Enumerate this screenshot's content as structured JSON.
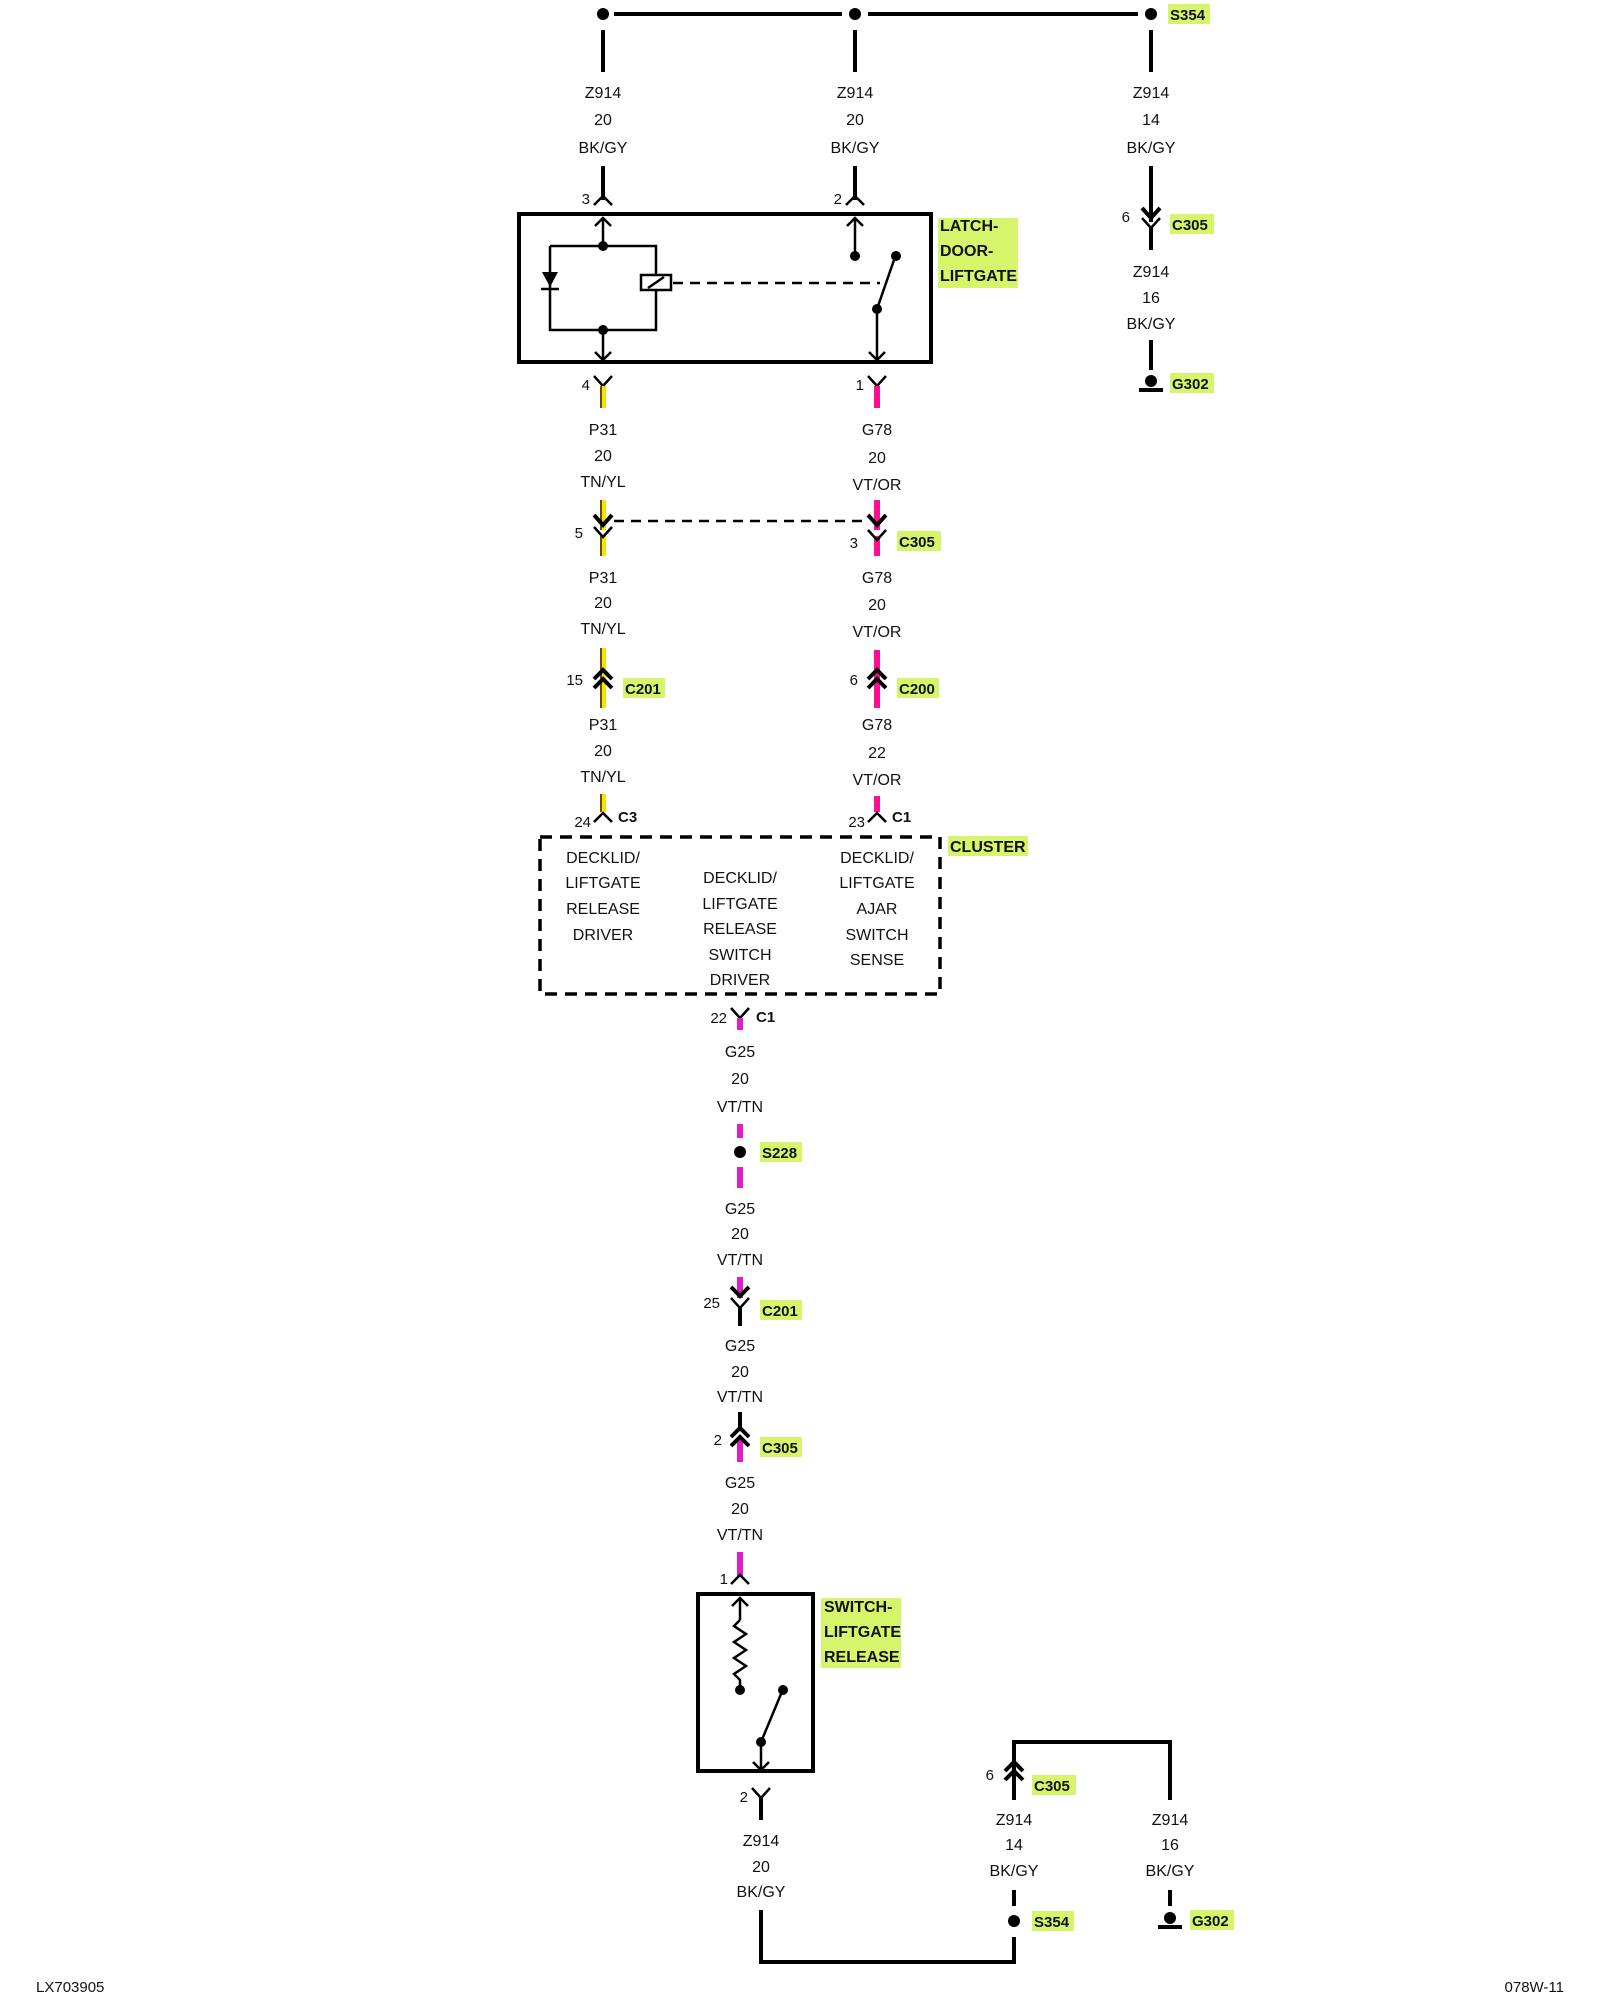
{
  "diagram": {
    "colors": {
      "highlight": "#d6f56a",
      "tn_yl_base": "#f2e600",
      "tn_yl_stripe": "#6b4a10",
      "vt_or": "#ff0e92",
      "vt_tn": "#e01ec8",
      "bk_gy": "#000000"
    },
    "splices": {
      "s354_top": "S354",
      "s228": "S228",
      "s354_bottom": "S354"
    },
    "grounds": {
      "g302_top": "G302",
      "g302_bottom": "G302"
    },
    "components": {
      "latch": {
        "line1": "LATCH-",
        "line2": "DOOR-",
        "line3": "LIFTGATE"
      },
      "cluster": {
        "name": "CLUSTER"
      },
      "switch": {
        "line1": "SWITCH-",
        "line2": "LIFTGATE",
        "line3": "RELEASE"
      }
    },
    "cluster_functions": {
      "left": [
        "DECKLID/",
        "LIFTGATE",
        "RELEASE",
        "DRIVER"
      ],
      "middle": [
        "DECKLID/",
        "LIFTGATE",
        "RELEASE",
        "SWITCH",
        "DRIVER"
      ],
      "right": [
        "DECKLID/",
        "LIFTGATE",
        "AJAR",
        "SWITCH",
        "SENSE"
      ]
    },
    "wires": {
      "z914_a": {
        "circuit": "Z914",
        "gauge": "20",
        "color": "BK/GY"
      },
      "z914_b": {
        "circuit": "Z914",
        "gauge": "20",
        "color": "BK/GY"
      },
      "z914_c": {
        "circuit": "Z914",
        "gauge": "14",
        "color": "BK/GY"
      },
      "z914_d": {
        "circuit": "Z914",
        "gauge": "16",
        "color": "BK/GY"
      },
      "p31_a": {
        "circuit": "P31",
        "gauge": "20",
        "color": "TN/YL"
      },
      "p31_b": {
        "circuit": "P31",
        "gauge": "20",
        "color": "TN/YL"
      },
      "p31_c": {
        "circuit": "P31",
        "gauge": "20",
        "color": "TN/YL"
      },
      "g78_a": {
        "circuit": "G78",
        "gauge": "20",
        "color": "VT/OR"
      },
      "g78_b": {
        "circuit": "G78",
        "gauge": "20",
        "color": "VT/OR"
      },
      "g78_c": {
        "circuit": "G78",
        "gauge": "22",
        "color": "VT/OR"
      },
      "g25_a": {
        "circuit": "G25",
        "gauge": "20",
        "color": "VT/TN"
      },
      "g25_b": {
        "circuit": "G25",
        "gauge": "20",
        "color": "VT/TN"
      },
      "g25_c": {
        "circuit": "G25",
        "gauge": "20",
        "color": "VT/TN"
      },
      "g25_d": {
        "circuit": "G25",
        "gauge": "20",
        "color": "VT/TN"
      },
      "z914_e": {
        "circuit": "Z914",
        "gauge": "20",
        "color": "BK/GY"
      },
      "z914_f": {
        "circuit": "Z914",
        "gauge": "14",
        "color": "BK/GY"
      },
      "z914_g": {
        "circuit": "Z914",
        "gauge": "16",
        "color": "BK/GY"
      }
    },
    "connectors": {
      "latch_pin3": {
        "pin": "3"
      },
      "latch_pin2": {
        "pin": "2"
      },
      "latch_pin4": {
        "pin": "4"
      },
      "latch_pin1": {
        "pin": "1"
      },
      "c305_right": {
        "pin": "6",
        "name": "C305"
      },
      "c305_p31": {
        "pin": "5"
      },
      "c305_g78": {
        "pin": "3",
        "name": "C305"
      },
      "c201_p31": {
        "pin": "15",
        "name": "C201"
      },
      "c200_g78": {
        "pin": "6",
        "name": "C200"
      },
      "c3_p31": {
        "pin": "24",
        "name": "C3"
      },
      "c1_g78": {
        "pin": "23",
        "name": "C1"
      },
      "c1_g25": {
        "pin": "22",
        "name": "C1"
      },
      "c201_g25": {
        "pin": "25",
        "name": "C201"
      },
      "c305_g25": {
        "pin": "2",
        "name": "C305"
      },
      "switch_pin1": {
        "pin": "1"
      },
      "switch_pin2": {
        "pin": "2"
      },
      "c305_bottom": {
        "pin": "6",
        "name": "C305"
      }
    },
    "footer": {
      "left_code": "LX703905",
      "right_code": "078W-11"
    }
  }
}
